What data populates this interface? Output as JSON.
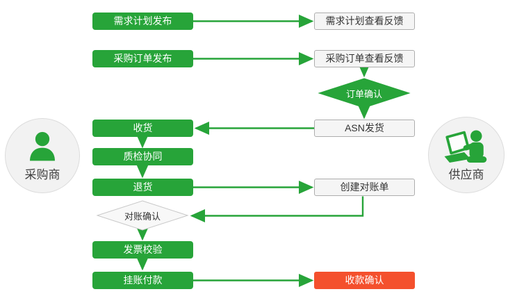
{
  "palette": {
    "green": "#27A439",
    "red": "#F4502D",
    "gray_fill": "#F5F5F5",
    "gray_border": "#ADADAD",
    "circle_fill": "#F2F2F2",
    "circle_border": "#DCDCDC",
    "text_dark": "#333333",
    "text_light": "#FFFFFF"
  },
  "actors": {
    "buyer": {
      "label": "采购商"
    },
    "supplier": {
      "label": "供应商"
    }
  },
  "nodes": {
    "demand_plan_publish": "需求计划发布",
    "demand_plan_feedback": "需求计划查看反馈",
    "po_publish": "采购订单发布",
    "po_feedback": "采购订单查看反馈",
    "order_confirm": "订单确认",
    "asn_ship": "ASN发货",
    "receive_goods": "收货",
    "quality_collab": "质检协同",
    "return_goods": "退货",
    "create_statement": "创建对账单",
    "reconcile_confirm": "对账确认",
    "invoice_check": "发票校验",
    "payment_on_account": "挂账付款",
    "payment_receipt_confirm": "收款确认"
  }
}
